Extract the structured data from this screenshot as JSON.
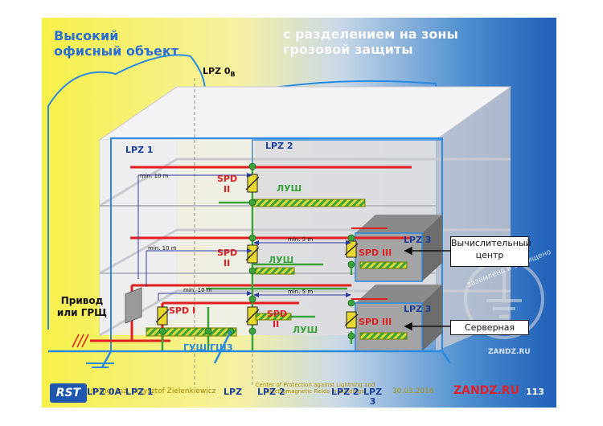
{
  "title_left": "Высокий\nофисный объект",
  "title_right": "с разделением на зоны\nгрозовой защиты",
  "zones": {
    "lpz0b": "LPZ 0",
    "lpz0b_sub": "B",
    "lpz1": "LPZ 1",
    "lpz2": "LPZ 2",
    "lpz3_top": "LPZ 3",
    "lpz3_bottom": "LPZ 3"
  },
  "spd": {
    "top_a": "SPD",
    "top_b": "II",
    "mid_a": "SPD",
    "mid_b": "II",
    "low_a": "SPD",
    "low_b": "II",
    "spd1": "SPD I",
    "spd3_top": "SPD III",
    "spd3_bottom": "SPD III"
  },
  "bars": {
    "lush_top": "ЛУШ",
    "lush_mid": "ЛУШ",
    "lush_low": "ЛУШ",
    "gush": "ГУШ/ГШЗ"
  },
  "distances": {
    "d1": "min. 10 m",
    "d2": "min. 10 m",
    "d3": "min. 10 m",
    "d4": "min. 5 m",
    "d5": "min. 5 m"
  },
  "callouts": {
    "computing_center": "Вычислительный\nцентр",
    "server_room": "Серверная",
    "feed": "Привод\nили ГРЩ"
  },
  "watermark": {
    "arc": "заземлено и защищено",
    "brand": "ZANDZ.RU"
  },
  "footer": {
    "logo": "RST",
    "author": "© mgr inż. Krzysztof Zielenkiewicz",
    "center": "Center of Protection against Lightning and\nElectromagnetic Fields in Buildings",
    "date": "30.03.2016",
    "site": "ZANDZ.RU",
    "page": "113",
    "zones_row": [
      "LPZ 0A",
      "LPZ 1",
      "LPZ",
      "LPZ 2",
      "LPZ 2",
      "LPZ\n3"
    ]
  },
  "colors": {
    "power_line": "#e02020",
    "bond_line": "#3aa33a",
    "zone_line": "#2a8ae0",
    "spd_label": "#e02020",
    "bar_fill": "#d8d83a",
    "zone_label": "#1a3f9a"
  }
}
